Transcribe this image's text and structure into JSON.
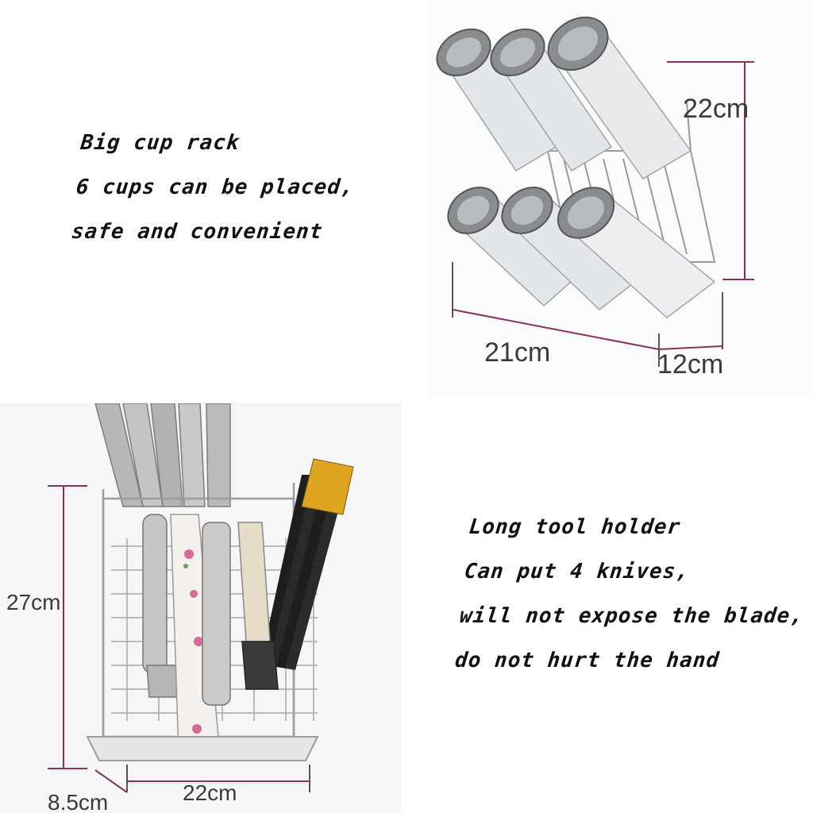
{
  "cup_rack": {
    "caption_lines": [
      "Big cup rack",
      "6 cups can be placed,",
      "safe and convenient"
    ],
    "dim_height": "22cm",
    "dim_width": "21cm",
    "dim_depth": "12cm"
  },
  "tool_holder": {
    "caption_lines": [
      "Long tool holder",
      "Can put 4 knives,",
      "will not expose the blade,",
      "do not hurt the hand"
    ],
    "dim_height": "27cm",
    "dim_width": "22cm",
    "dim_depth": "8.5cm"
  },
  "colors": {
    "dimension_line": "#8a3060",
    "steel": "#b8b8b8",
    "glass": "#d9dde0",
    "chopstick_gold": "#e0a520"
  }
}
